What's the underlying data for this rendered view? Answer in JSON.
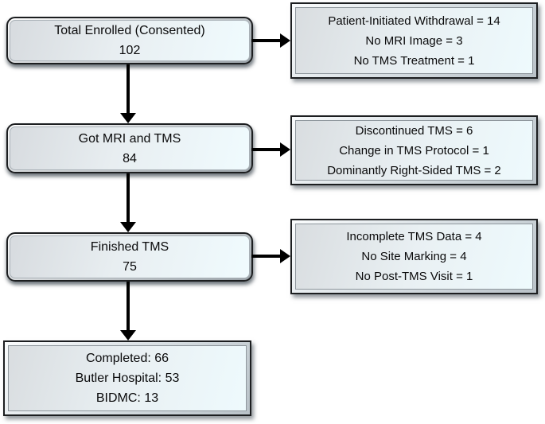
{
  "colors": {
    "background": "#ffffff",
    "box_border": "#1c1e20",
    "box_fill_gray": "#d9dde0",
    "box_fill_cyan": "#eefafd",
    "bevel_silver": "#c6ced4",
    "arrow": "#000000",
    "text": "#0a0a0b"
  },
  "flow": {
    "stages": [
      {
        "lines": [
          "Total Enrolled (Consented)",
          "102"
        ]
      },
      {
        "lines": [
          "Got MRI and TMS",
          "84"
        ]
      },
      {
        "lines": [
          "Finished TMS",
          "75"
        ]
      }
    ],
    "final": {
      "lines": [
        "Completed: 66",
        "Butler Hospital: 53",
        "BIDMC: 13"
      ]
    },
    "exclusions": [
      {
        "lines": [
          "Patient-Initiated Withdrawal = 14",
          "No MRI Image = 3",
          "No TMS Treatment = 1"
        ]
      },
      {
        "lines": [
          "Discontinued TMS = 6",
          "Change in TMS Protocol = 1",
          "Dominantly Right-Sided TMS = 2"
        ]
      },
      {
        "lines": [
          "Incomplete TMS Data = 4",
          "No Site Marking = 4",
          "No Post-TMS Visit = 1"
        ]
      }
    ]
  }
}
